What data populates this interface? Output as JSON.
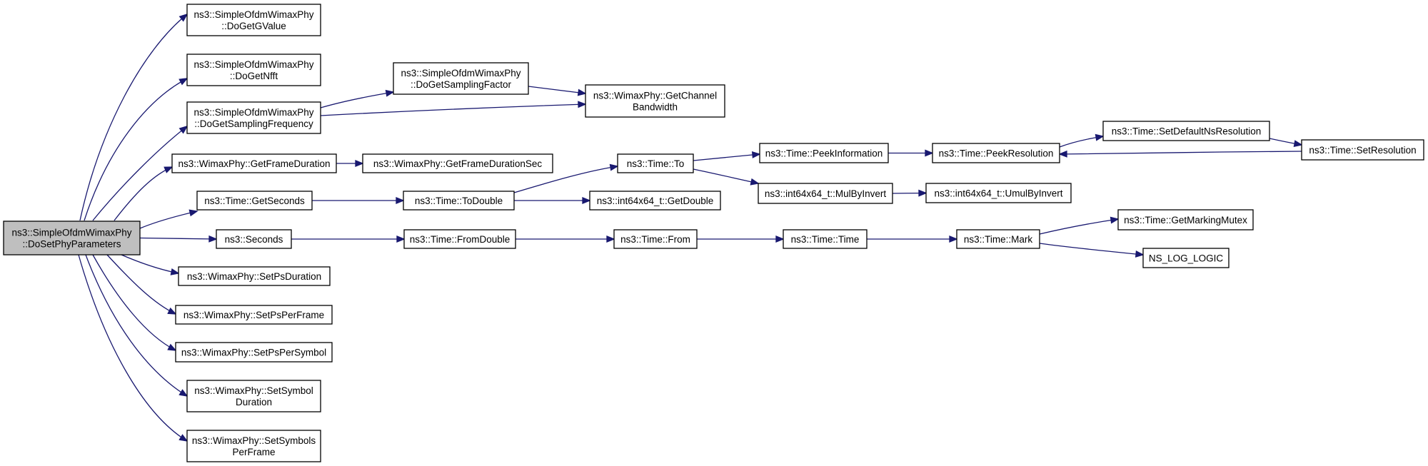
{
  "graph": {
    "edge_color": "#191970",
    "root_fill": "#bfbfbf",
    "node_fill": "#ffffff",
    "nodes": [
      {
        "id": "root",
        "lines": [
          "ns3::SimpleOfdmWimaxPhy",
          "::DoSetPhyParameters"
        ],
        "root": true
      },
      {
        "id": "dogetgvalue",
        "lines": [
          "ns3::SimpleOfdmWimaxPhy",
          "::DoGetGValue"
        ]
      },
      {
        "id": "dogetnfft",
        "lines": [
          "ns3::SimpleOfdmWimaxPhy",
          "::DoGetNfft"
        ]
      },
      {
        "id": "dogetsamplingfrequency",
        "lines": [
          "ns3::SimpleOfdmWimaxPhy",
          "::DoGetSamplingFrequency"
        ]
      },
      {
        "id": "dogetsamplingfactor",
        "lines": [
          "ns3::SimpleOfdmWimaxPhy",
          "::DoGetSamplingFactor"
        ]
      },
      {
        "id": "getchannelbandwidth",
        "lines": [
          "ns3::WimaxPhy::GetChannel",
          "Bandwidth"
        ]
      },
      {
        "id": "getframeduration",
        "lines": [
          "ns3::WimaxPhy::GetFrameDuration"
        ]
      },
      {
        "id": "getframedurationsec",
        "lines": [
          "ns3::WimaxPhy::GetFrameDurationSec"
        ]
      },
      {
        "id": "getseconds",
        "lines": [
          "ns3::Time::GetSeconds"
        ]
      },
      {
        "id": "todouble",
        "lines": [
          "ns3::Time::ToDouble"
        ]
      },
      {
        "id": "to",
        "lines": [
          "ns3::Time::To"
        ]
      },
      {
        "id": "peekinformation",
        "lines": [
          "ns3::Time::PeekInformation"
        ]
      },
      {
        "id": "peekresolution",
        "lines": [
          "ns3::Time::PeekResolution"
        ]
      },
      {
        "id": "setdefaultnsresolution",
        "lines": [
          "ns3::Time::SetDefaultNsResolution"
        ]
      },
      {
        "id": "setresolution",
        "lines": [
          "ns3::Time::SetResolution"
        ]
      },
      {
        "id": "mulbyinvert",
        "lines": [
          "ns3::int64x64_t::MulByInvert"
        ]
      },
      {
        "id": "umulbyinvert",
        "lines": [
          "ns3::int64x64_t::UmulByInvert"
        ]
      },
      {
        "id": "getdouble",
        "lines": [
          "ns3::int64x64_t::GetDouble"
        ]
      },
      {
        "id": "seconds",
        "lines": [
          "ns3::Seconds"
        ]
      },
      {
        "id": "fromdouble",
        "lines": [
          "ns3::Time::FromDouble"
        ]
      },
      {
        "id": "from",
        "lines": [
          "ns3::Time::From"
        ]
      },
      {
        "id": "time",
        "lines": [
          "ns3::Time::Time"
        ]
      },
      {
        "id": "mark",
        "lines": [
          "ns3::Time::Mark"
        ]
      },
      {
        "id": "getmarkingmutex",
        "lines": [
          "ns3::Time::GetMarkingMutex"
        ]
      },
      {
        "id": "nsloglogic",
        "lines": [
          "NS_LOG_LOGIC"
        ]
      },
      {
        "id": "setpsduration",
        "lines": [
          "ns3::WimaxPhy::SetPsDuration"
        ]
      },
      {
        "id": "setpsperframe",
        "lines": [
          "ns3::WimaxPhy::SetPsPerFrame"
        ]
      },
      {
        "id": "setpspersymbol",
        "lines": [
          "ns3::WimaxPhy::SetPsPerSymbol"
        ]
      },
      {
        "id": "setsymbolduration",
        "lines": [
          "ns3::WimaxPhy::SetSymbol",
          "Duration"
        ]
      },
      {
        "id": "setsymbolsperframe",
        "lines": [
          "ns3::WimaxPhy::SetSymbols",
          "PerFrame"
        ]
      }
    ],
    "edges": [
      {
        "from": "root",
        "to": "dogetgvalue"
      },
      {
        "from": "root",
        "to": "dogetnfft"
      },
      {
        "from": "root",
        "to": "dogetsamplingfrequency"
      },
      {
        "from": "dogetsamplingfrequency",
        "to": "dogetsamplingfactor"
      },
      {
        "from": "dogetsamplingfrequency",
        "to": "getchannelbandwidth"
      },
      {
        "from": "dogetsamplingfactor",
        "to": "getchannelbandwidth"
      },
      {
        "from": "root",
        "to": "getframeduration"
      },
      {
        "from": "getframeduration",
        "to": "getframedurationsec"
      },
      {
        "from": "root",
        "to": "getseconds"
      },
      {
        "from": "getseconds",
        "to": "todouble"
      },
      {
        "from": "todouble",
        "to": "to"
      },
      {
        "from": "todouble",
        "to": "getdouble"
      },
      {
        "from": "to",
        "to": "peekinformation"
      },
      {
        "from": "to",
        "to": "mulbyinvert"
      },
      {
        "from": "peekinformation",
        "to": "peekresolution"
      },
      {
        "from": "peekresolution",
        "to": "setdefaultnsresolution"
      },
      {
        "from": "setdefaultnsresolution",
        "to": "setresolution"
      },
      {
        "from": "setresolution",
        "to": "peekresolution"
      },
      {
        "from": "mulbyinvert",
        "to": "umulbyinvert"
      },
      {
        "from": "root",
        "to": "seconds"
      },
      {
        "from": "seconds",
        "to": "fromdouble"
      },
      {
        "from": "fromdouble",
        "to": "from"
      },
      {
        "from": "from",
        "to": "time"
      },
      {
        "from": "time",
        "to": "mark"
      },
      {
        "from": "mark",
        "to": "getmarkingmutex"
      },
      {
        "from": "mark",
        "to": "nsloglogic"
      },
      {
        "from": "root",
        "to": "setpsduration"
      },
      {
        "from": "root",
        "to": "setpsperframe"
      },
      {
        "from": "root",
        "to": "setpspersymbol"
      },
      {
        "from": "root",
        "to": "setsymbolduration"
      },
      {
        "from": "root",
        "to": "setsymbolsperframe"
      }
    ]
  }
}
